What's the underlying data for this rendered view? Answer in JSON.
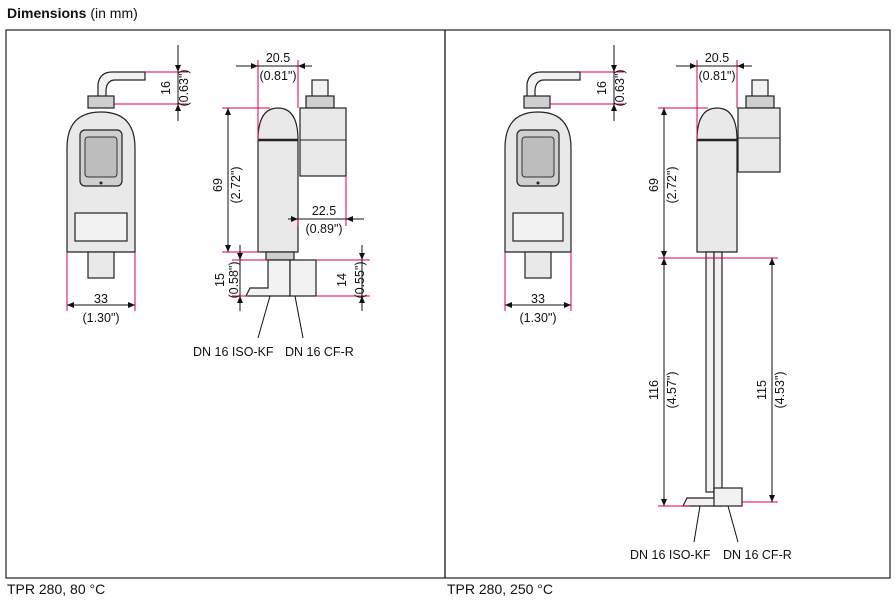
{
  "title": {
    "bold": "Dimensions",
    "unit": "(in mm)"
  },
  "panels": [
    {
      "caption": "TPR 280, 80 °C",
      "dims": {
        "top_width": {
          "mm": "20.5",
          "in": "(0.81\")"
        },
        "cable_height": {
          "mm": "16",
          "in": "(0.63\")"
        },
        "body_height": {
          "mm": "69",
          "in": "(2.72\")"
        },
        "offset": {
          "mm": "22.5",
          "in": "(0.89\")"
        },
        "flange_kf": {
          "mm": "15",
          "in": "(0.58\")"
        },
        "flange_cf": {
          "mm": "14",
          "in": "(0.55\")"
        },
        "width": {
          "mm": "33",
          "in": "(1.30\")"
        }
      },
      "labels": {
        "kf": "DN 16 ISO-KF",
        "cf": "DN 16 CF-R"
      }
    },
    {
      "caption": "TPR 280, 250 °C",
      "dims": {
        "top_width": {
          "mm": "20.5",
          "in": "(0.81\")"
        },
        "cable_height": {
          "mm": "16",
          "in": "(0.63\")"
        },
        "body_height": {
          "mm": "69",
          "in": "(2.72\")"
        },
        "tube_kf": {
          "mm": "116",
          "in": "(4.57\")"
        },
        "tube_cf": {
          "mm": "115",
          "in": "(4.53\")"
        },
        "width": {
          "mm": "33",
          "in": "(1.30\")"
        }
      },
      "labels": {
        "kf": "DN 16 ISO-KF",
        "cf": "DN 16 CF-R"
      }
    }
  ]
}
